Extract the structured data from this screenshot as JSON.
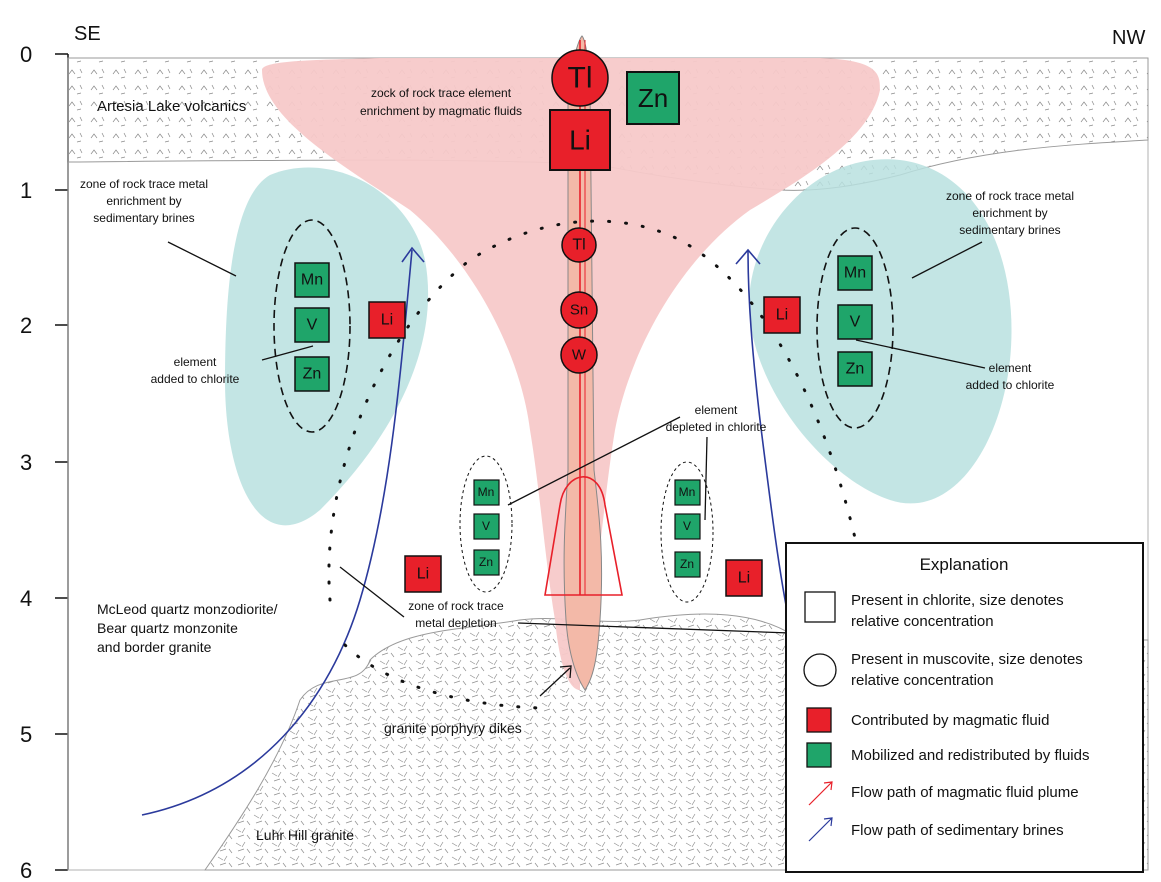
{
  "orientation": {
    "left": "SE",
    "right": "NW"
  },
  "depth_ticks": [
    "0",
    "1",
    "2",
    "3",
    "4",
    "5",
    "6"
  ],
  "units": {
    "volcanics": "Artesia Lake volcanics",
    "intrusive": [
      "McLeod quartz monzodiorite/",
      "Bear quartz monzonite",
      "and border granite"
    ],
    "granite": "Luhr Hill granite",
    "dikes": "granite porphyry dikes"
  },
  "zones": {
    "magmatic": [
      "zock of rock trace element",
      "enrichment by magmatic fluids"
    ],
    "sedimentary_left": [
      "zone of rock trace metal",
      "enrichment by",
      "sedimentary brines"
    ],
    "sedimentary_right": [
      "zone of rock trace metal",
      "enrichment by",
      "sedimentary brines"
    ],
    "depletion": [
      "zone of rock trace",
      "metal depletion"
    ],
    "added_left": [
      "element",
      "added to chlorite"
    ],
    "added_right": [
      "element",
      "added to chlorite"
    ],
    "depleted": [
      "element",
      "depleted in chlorite"
    ]
  },
  "elements": {
    "top_tl": "Tl",
    "top_zn": "Zn",
    "top_li": "Li",
    "mid_tl": "Tl",
    "mid_sn": "Sn",
    "mid_w": "W",
    "left_mn": "Mn",
    "left_v": "V",
    "left_zn": "Zn",
    "left_li": "Li",
    "right_mn": "Mn",
    "right_v": "V",
    "right_zn": "Zn",
    "right_li": "Li",
    "dl_mn": "Mn",
    "dl_v": "V",
    "dl_zn": "Zn",
    "dr_mn": "Mn",
    "dr_v": "V",
    "dr_zn": "Zn",
    "low_li_left": "Li",
    "low_li_right": "Li"
  },
  "legend": {
    "title": "Explanation",
    "items": [
      {
        "symbol": "square-outline",
        "lines": [
          "Present in chlorite, size denotes",
          "relative concentration"
        ]
      },
      {
        "symbol": "circle-outline",
        "lines": [
          "Present in muscovite, size denotes",
          "relative concentration"
        ]
      },
      {
        "symbol": "red-square",
        "lines": [
          "Contributed by magmatic fluid"
        ]
      },
      {
        "symbol": "green-square",
        "lines": [
          "Mobilized and redistributed by fluids"
        ]
      },
      {
        "symbol": "red-arrow",
        "lines": [
          "Flow path of magmatic fluid plume"
        ]
      },
      {
        "symbol": "blue-arrow",
        "lines": [
          "Flow path of sedimentary brines"
        ]
      }
    ]
  },
  "colors": {
    "magmatic_fill": "#f7c9c9",
    "brine_fill": "#b9e0df",
    "red": "#e8202a",
    "green": "#1fa56a",
    "blue_path": "#2b3a9c",
    "red_path": "#e8202a"
  }
}
